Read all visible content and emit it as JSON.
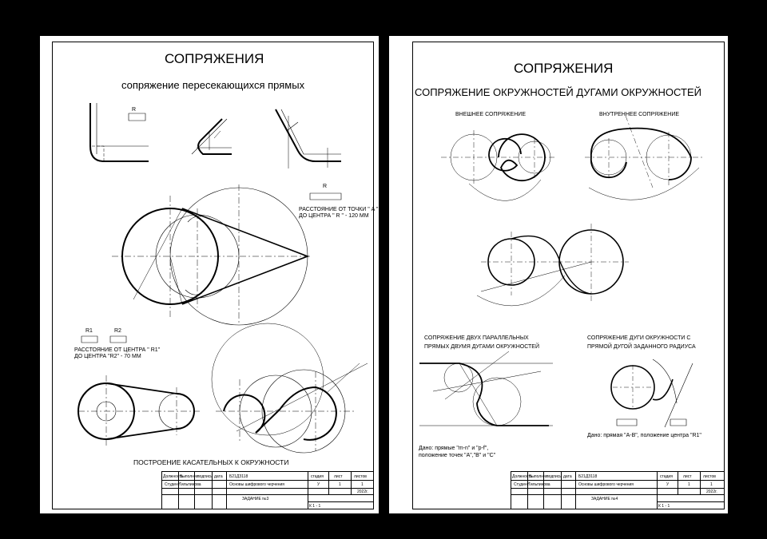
{
  "sheet1": {
    "title": "СОПРЯЖЕНИЯ",
    "subtitle": "сопряжение пересекающихся прямых",
    "r_label": "R",
    "note_r": [
      "РАССТОЯНИЕ ОТ ТОЧКИ  \" A \"",
      "ДО ЦЕНТРА \" R \" - 120 ММ"
    ],
    "r1_label": "R1",
    "r2_label": "R2",
    "note_r1r2": [
      "РАССТОЯНИЕ ОТ ЦЕНТРА \" R1\"",
      "ДО ЦЕНТРА \"R2\" - 70 ММ"
    ],
    "bottom_caption": "ПОСТРОЕНИЕ КАСАТЕЛЬНЫХ К ОКРУЖНОСТИ",
    "stamp": {
      "h1": "Должность",
      "h2": "Выполнил",
      "h3": "подпись",
      "h4": "дата",
      "r1": "Студент",
      "r2": "Тильпинова",
      "group": "Б21ДЗ118",
      "subject": "Основы шифрового черчения",
      "stage_h": "стадия",
      "sheet_h": "лист",
      "sheets_h": "листов",
      "stage": "У",
      "sheet": "1",
      "sheets": "1",
      "year": "2022г.",
      "task": "ЗАДАНИЕ №3",
      "code": "К 1 - 1"
    }
  },
  "sheet2": {
    "title": "СОПРЯЖЕНИЯ",
    "subtitle": "СОПРЯЖЕНИЕ ОКРУЖНОСТЕЙ ДУГАМИ ОКРУЖНОСТЕЙ",
    "ext": "ВНЕШНЕЕ СОПРЯЖЕНИЕ",
    "int": "ВНУТРЕННЕЕ СОПРЯЖЕНИЕ",
    "par": [
      "СОПРЯЖЕНИЕ ДВУХ ПАРАЛЛЕЛЬНЫХ",
      "ПРЯМЫХ ДВУМЯ ДУГАМИ ОКРУЖНОСТЕЙ"
    ],
    "arc": [
      "СОПРЯЖЕНИЕ ДУГИ ОКРУЖНОСТИ С",
      "ПРЯМОЙ ДУГОЙ ЗАДАННОГО РАДИУСА"
    ],
    "given1": [
      "Дано: прямые \"m-n\" и \"p-f\",",
      "положение точек \"A\",\"B\" и \"C\""
    ],
    "given2": "Дано: прямая \"А-В\", положение центра \"R1\"",
    "stamp": {
      "h1": "Должность",
      "h2": "Выполнил",
      "h3": "подпись",
      "h4": "дата",
      "r1": "Студент",
      "r2": "Тильпинова",
      "group": "Б21ДЗ118",
      "subject": "Основы шифрового черчения",
      "stage_h": "стадия",
      "sheet_h": "лист",
      "sheets_h": "листов",
      "stage": "У",
      "sheet": "1",
      "sheets": "1",
      "year": "2022г.",
      "task": "ЗАДАНИЕ №4",
      "code": "К 1 - 1"
    }
  }
}
